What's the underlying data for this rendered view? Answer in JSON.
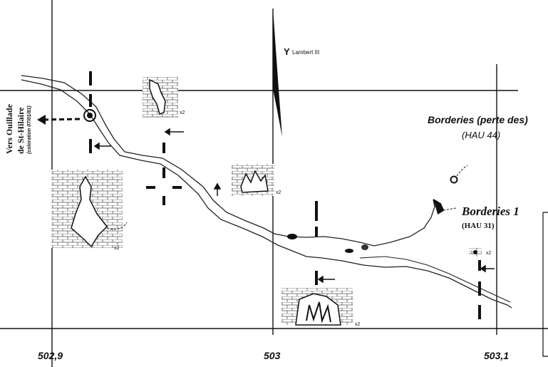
{
  "north": {
    "symbol": "Y",
    "label": "Lambert III"
  },
  "grid": {
    "x_ticks": [
      "502,9",
      "503",
      "503,1"
    ]
  },
  "labels": {
    "vers_ouillade_1": "Vers Ouillade",
    "vers_ouillade_2": "de St-Hilaire",
    "coloration": "(coloration 07/01/81)",
    "perte_name": "Borderies (perte des)",
    "perte_code": "(HAU 44)",
    "cave_name": "Borderies 1",
    "cave_code": "(HAU 31)"
  },
  "scale_marks": {
    "s1": "x2",
    "s2": "x2",
    "s3": "x2",
    "s4": "x2",
    "s5": "x2"
  }
}
